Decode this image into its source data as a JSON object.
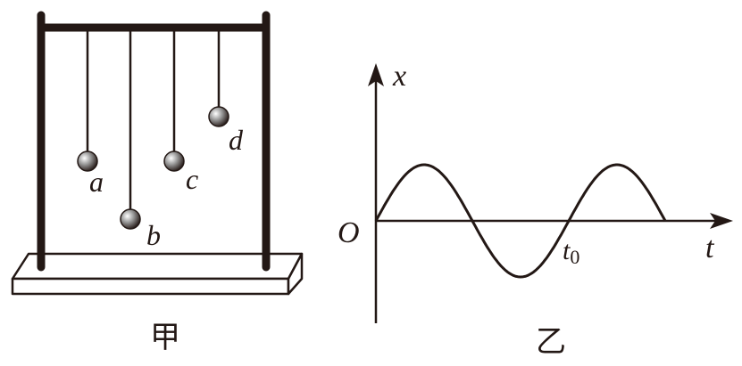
{
  "figure_a": {
    "caption": "甲",
    "pendulums": [
      {
        "label": "a"
      },
      {
        "label": "b"
      },
      {
        "label": "c"
      },
      {
        "label": "d"
      }
    ]
  },
  "figure_b": {
    "caption": "乙",
    "y_axis_label": "x",
    "x_axis_label": "t",
    "origin_label": "O",
    "t0_label": "t",
    "t0_subscript": "0",
    "curve": {
      "type": "sine",
      "cycles": 1.5,
      "start_phase": 0
    }
  },
  "colors": {
    "ink": "#231815"
  }
}
